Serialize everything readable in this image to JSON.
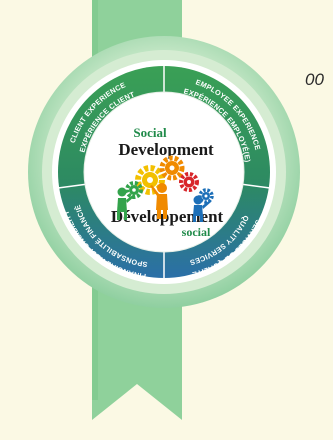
{
  "page_number": "00",
  "center": {
    "title_en_small": "Social",
    "title_en": "Development",
    "title_fr": "Développement",
    "title_fr_small": "social"
  },
  "segments": {
    "client_experience": {
      "en": "CLIENT EXPERIENCE",
      "fr": "EXPÉRIENCE CLIENT",
      "color": "#3a9b57"
    },
    "employee_experience": {
      "en": "EMPLOYEE EXPERIENCE",
      "fr": "EXPÉRIENCE EMPLOYÉ(E)",
      "color": "#2f8a64"
    },
    "quality_services": {
      "en": "QUALITY SERVICES",
      "fr": "SERVICES DE QUALITÉ",
      "color": "#2f6f9e"
    },
    "financial_responsibility": {
      "en": "FINANCIAL RESPONSIBILITY",
      "fr": "RESPONSABILITÉ FINANCIÈRE",
      "color": "#2d7ca6"
    }
  },
  "colors": {
    "background": "#fbf9e4",
    "ribbon": "#8fd19b",
    "outer_ring": "#a4d7ad",
    "gear_yellow": "#f2c000",
    "gear_orange": "#f08a00",
    "gear_green": "#33a34b",
    "gear_blue": "#1c6fb8",
    "gear_red": "#d8262b"
  }
}
